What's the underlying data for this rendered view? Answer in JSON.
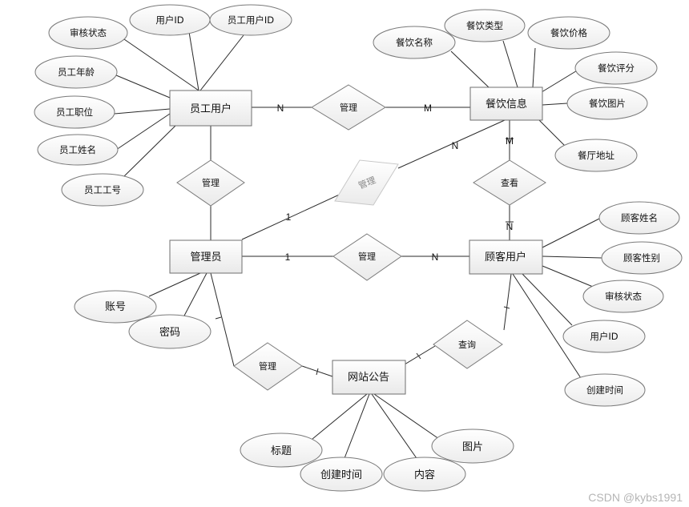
{
  "entities": {
    "staff_user": "员工用户",
    "catering_info": "餐饮信息",
    "admin": "管理员",
    "customer_user": "顾客用户",
    "site_notice": "网站公告"
  },
  "staff_attributes": [
    "审核状态",
    "用户ID",
    "员工用户ID",
    "员工年龄",
    "员工职位",
    "员工姓名",
    "员工工号"
  ],
  "catering_attributes": [
    "餐饮名称",
    "餐饮类型",
    "餐饮价格",
    "餐饮评分",
    "餐饮图片",
    "餐厅地址"
  ],
  "customer_attributes": [
    "顾客姓名",
    "顾客性别",
    "审核状态",
    "用户ID",
    "创建时间"
  ],
  "admin_attributes": [
    "账号",
    "密码"
  ],
  "notice_attributes": [
    "标题",
    "创建时间",
    "内容",
    "图片"
  ],
  "relationships": {
    "staff_catering": "管理",
    "admin_staff": "管理",
    "admin_catering": "管理",
    "catering_customer": "查看",
    "admin_customer": "管理",
    "admin_notice": "管理",
    "customer_notice": "查询"
  },
  "cardinalities": {
    "staff_catering_left": "N",
    "staff_catering_right": "M",
    "admin_catering_admin": "1",
    "admin_catering_catering": "N",
    "catering_view_top": "M",
    "catering_view_bottom": "N",
    "admin_customer_left": "1",
    "admin_customer_right": "N"
  },
  "watermark": "CSDN @kybs1991"
}
